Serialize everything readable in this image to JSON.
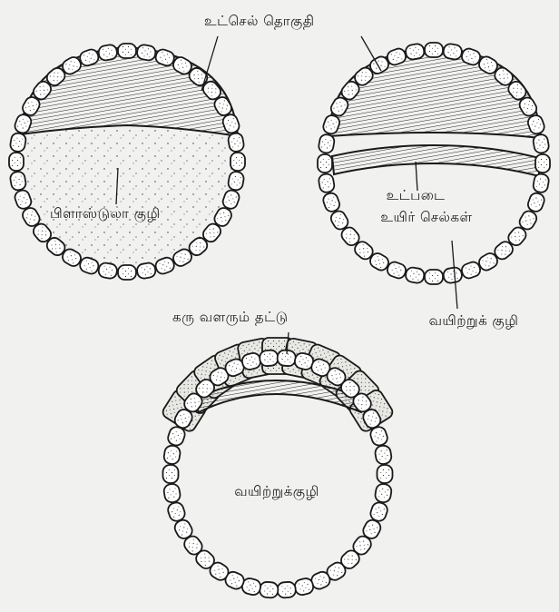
{
  "diagram": {
    "labels": {
      "inner_cell_mass": "உட்செல் தொகுதி",
      "blastocoel": "பிளாஸ்டுலா குழி",
      "endoderm_cells": [
        "உட்படை",
        "உயிர் செல்கள்"
      ],
      "gut_cavity_right": "வயிற்றுக் குழி",
      "embryonic_disc": "கரு வளரும் தட்டு",
      "gut_cavity_bottom": "வயிற்றுக்குழி"
    },
    "colors": {
      "ink": "#1a1a1a",
      "background": "#f1f1ef",
      "cell_fill": "#ffffff",
      "stippled_fill": "#e8e8e4"
    }
  }
}
